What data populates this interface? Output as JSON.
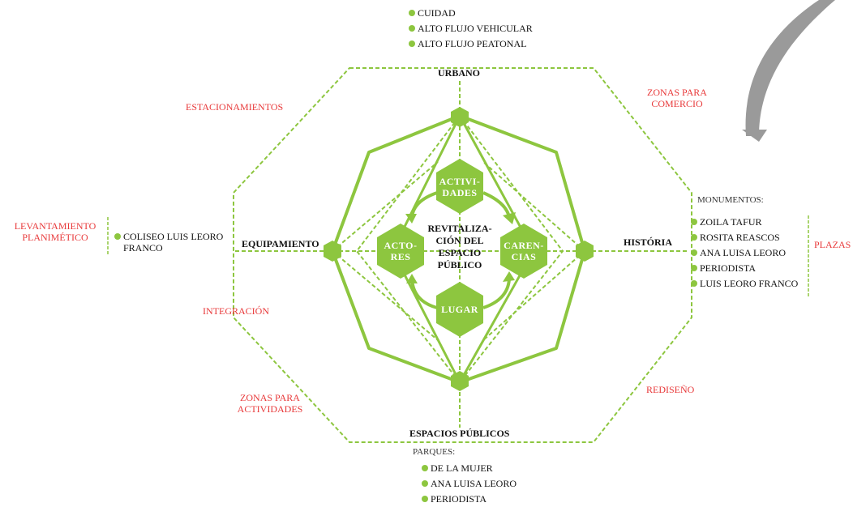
{
  "colors": {
    "green": "#8dc63f",
    "red": "#e8393a",
    "text": "#111111",
    "swoosh": "#9a9a9a"
  },
  "center": {
    "line1": "REVITALIZA-",
    "line2": "CIÓN DEL",
    "line3": "ESPACIO",
    "line4": "PÚBLICO"
  },
  "inner_hexes": {
    "actividades": {
      "line1": "ACTIVI-",
      "line2": "DADES"
    },
    "actores": {
      "line1": "ACTO-",
      "line2": "RES"
    },
    "carencias": {
      "line1": "CAREN-",
      "line2": "CIAS"
    },
    "lugar": {
      "line1": "LUGAR"
    }
  },
  "axes": {
    "urbano": "URBANO",
    "equipamiento": "EQUIPAMIENTO",
    "historia": "HISTÓRIA",
    "espacios": "ESPACIOS PÚBLICOS"
  },
  "urbano_items": [
    "CUIDAD",
    "ALTO FLUJO VEHICULAR",
    "ALTO FLUJO PEATONAL"
  ],
  "red_labels": {
    "estacionamientos": "ESTACIONAMIENTOS",
    "zonas_comercio_1": "ZONAS PARA",
    "zonas_comercio_2": "COMERCIO",
    "integracion": "INTEGRACIÓN",
    "rediseno": "REDISEÑO",
    "zonas_actividades_1": "ZONAS PARA",
    "zonas_actividades_2": "ACTIVIDADES",
    "levantamiento_1": "LEVANTAMIENTO",
    "levantamiento_2": "PLANIMÉTICO",
    "plazas": "PLAZAS"
  },
  "equipamiento_item": {
    "line1": "COLISEO LUIS LEORO",
    "line2": "FRANCO"
  },
  "monumentos": {
    "title": "MONUMENTOS:",
    "items": [
      "ZOILA TAFUR",
      "ROSITA REASCOS",
      "ANA LUISA LEORO",
      "PERIODISTA",
      "LUIS LEORO FRANCO"
    ]
  },
  "parques": {
    "title": "PARQUES:",
    "items": [
      "DE LA MUJER",
      "ANA LUISA LEORO",
      "PERIODISTA"
    ]
  }
}
